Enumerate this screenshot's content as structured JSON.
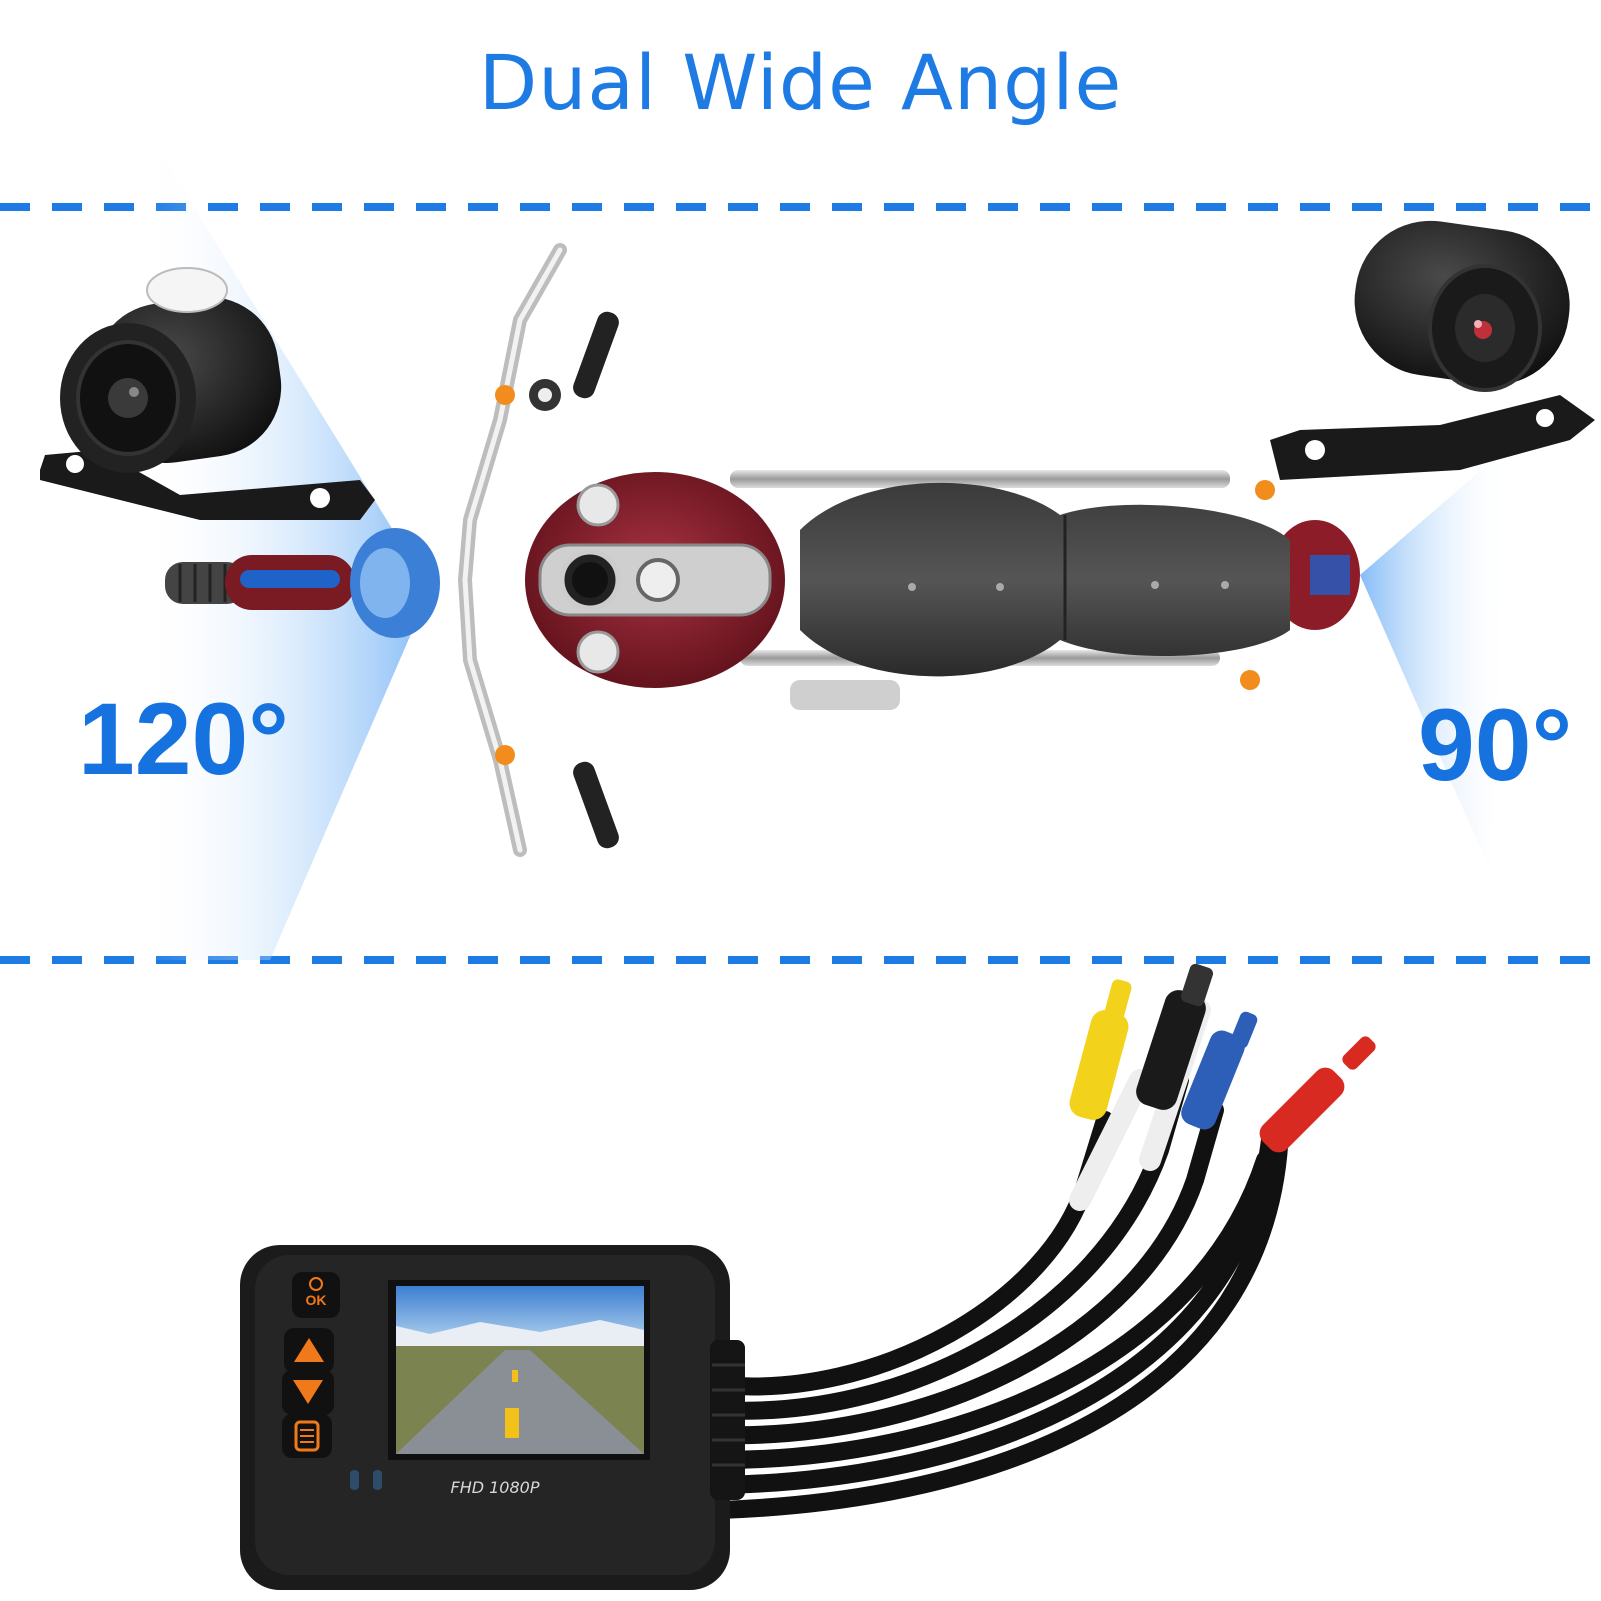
{
  "header": {
    "title": "Dual Wide Angle"
  },
  "front_camera": {
    "angle_label": "120°"
  },
  "rear_camera": {
    "angle_label": "90°"
  },
  "dvr_unit": {
    "screen_label": "FHD 1080P",
    "buttons": [
      {
        "name": "power-ok-button",
        "label": "OK"
      },
      {
        "name": "up-button",
        "label": ""
      },
      {
        "name": "down-button",
        "label": ""
      },
      {
        "name": "menu-button",
        "label": ""
      }
    ]
  },
  "colors": {
    "accent": "#1e7be3",
    "fuel_tank": "#7a1a22",
    "button_orange": "#f07a1a",
    "cable_yellow": "#f2d21a",
    "cable_blue": "#2e5fb8",
    "cable_red": "#d92a22"
  }
}
